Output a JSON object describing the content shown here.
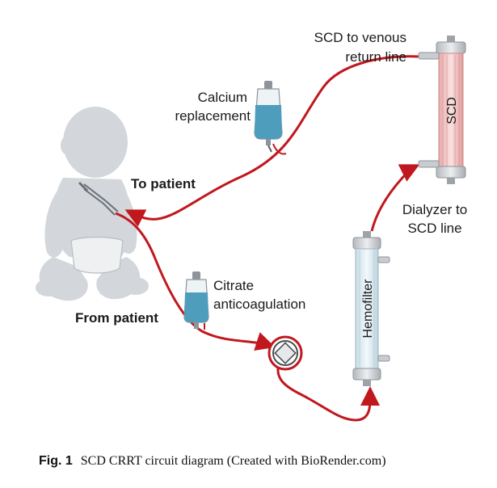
{
  "labels": {
    "scd_to_venous_1": "SCD to venous",
    "scd_to_venous_2": "return line",
    "calcium_1": "Calcium",
    "calcium_2": "replacement",
    "to_patient": "To patient",
    "from_patient": "From patient",
    "citrate_1": "Citrate",
    "citrate_2": "anticoagulation",
    "dialyzer_1": "Dialyzer to",
    "dialyzer_2": "SCD line",
    "scd_device": "SCD",
    "hemofilter_device": "Hemofilter"
  },
  "caption": {
    "fig": "Fig. 1",
    "text": "SCD CRRT circuit diagram (Created with BioRender.com)"
  },
  "colors": {
    "line": "#c0181e",
    "scd_body": "#f3c6c6",
    "hemofilter_body": "#e3f2f9",
    "bag_fluid": "#4f9dbd",
    "patient": "#d3d7db"
  }
}
